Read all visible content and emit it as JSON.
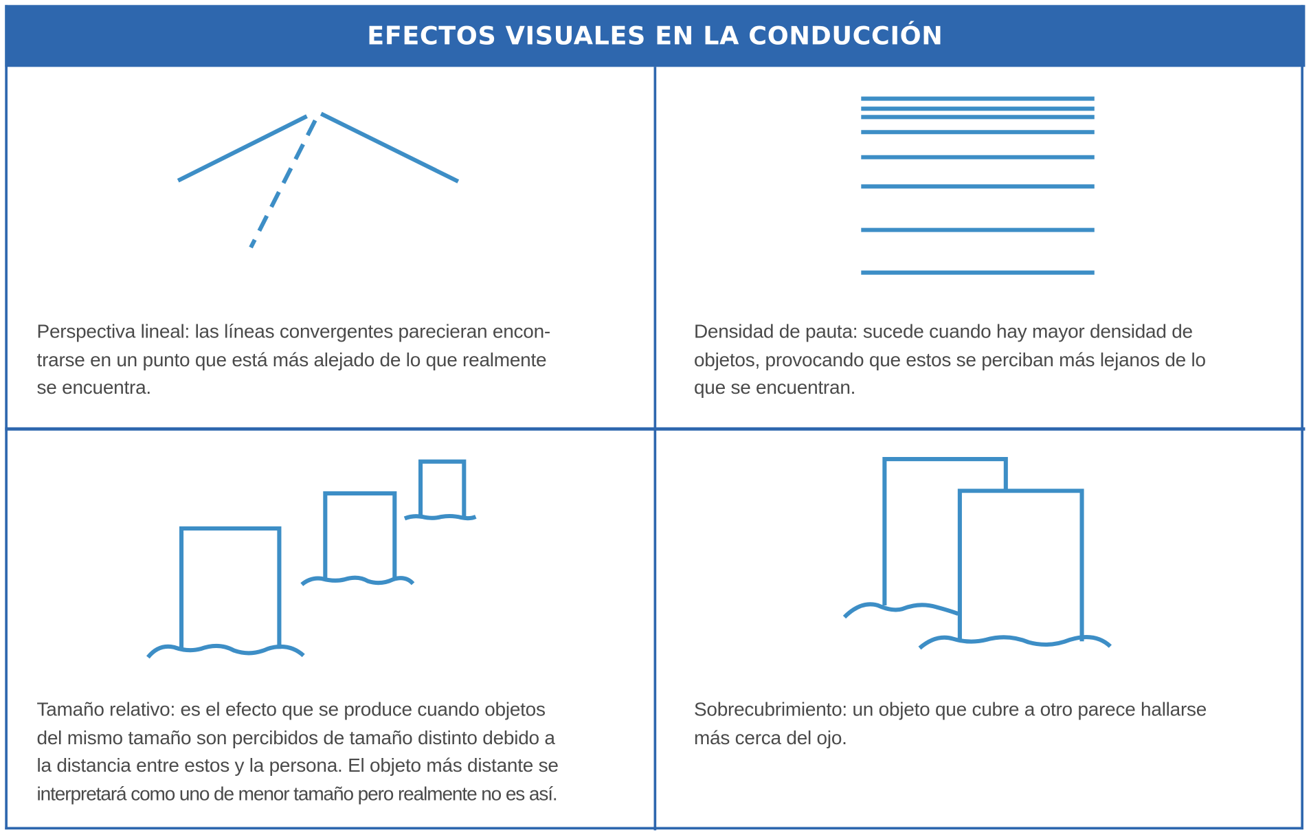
{
  "title": "EFECTOS VISUALES EN LA CONDUCCIÓN",
  "colors": {
    "header": "#2e67ae",
    "illustration": "#3d8ec6",
    "text": "#4a4a4a"
  },
  "panels": [
    {
      "id": "perspectiva-lineal",
      "icon": "converging-lines-icon",
      "lines": [
        "Perspectiva lineal: las líneas convergentes parecieran encon-",
        "trarse en un punto que está más alejado de lo que realmente",
        "se encuentra."
      ]
    },
    {
      "id": "densidad-de-pauta",
      "icon": "horizontal-lines-density-icon",
      "lines": [
        "Densidad de pauta: sucede cuando hay mayor densidad de",
        "objetos, provocando que estos se perciban más lejanos de lo",
        "que se encuentran."
      ]
    },
    {
      "id": "tamano-relativo",
      "icon": "three-sized-rectangles-icon",
      "lines": [
        "Tamaño relativo: es el efecto que se produce cuando objetos",
        "del mismo tamaño son percibidos de tamaño distinto debido a",
        "la distancia entre estos y la persona. El objeto más distante se",
        "interpretará como uno de menor tamaño pero realmente no es así."
      ]
    },
    {
      "id": "sobrecubrimiento",
      "icon": "overlapping-rectangles-icon",
      "lines": [
        "Sobrecubrimiento: un objeto que cubre a otro parece hallarse",
        "más cerca del ojo."
      ]
    }
  ]
}
